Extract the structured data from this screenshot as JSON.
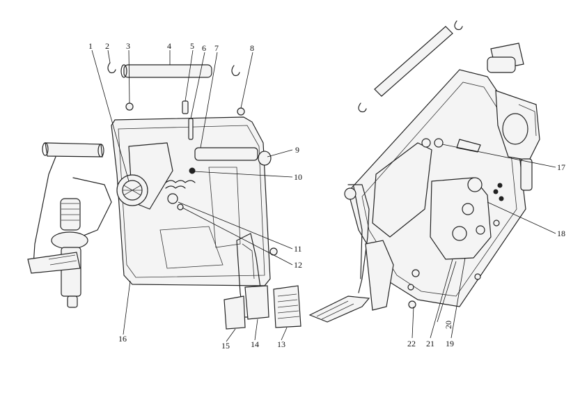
{
  "diagram": {
    "callouts": [
      "1",
      "2",
      "3",
      "4",
      "5",
      "6",
      "7",
      "8",
      "9",
      "10",
      "11",
      "12",
      "13",
      "14",
      "15",
      "16",
      "17",
      "18",
      "19",
      "20",
      "21",
      "22"
    ]
  }
}
